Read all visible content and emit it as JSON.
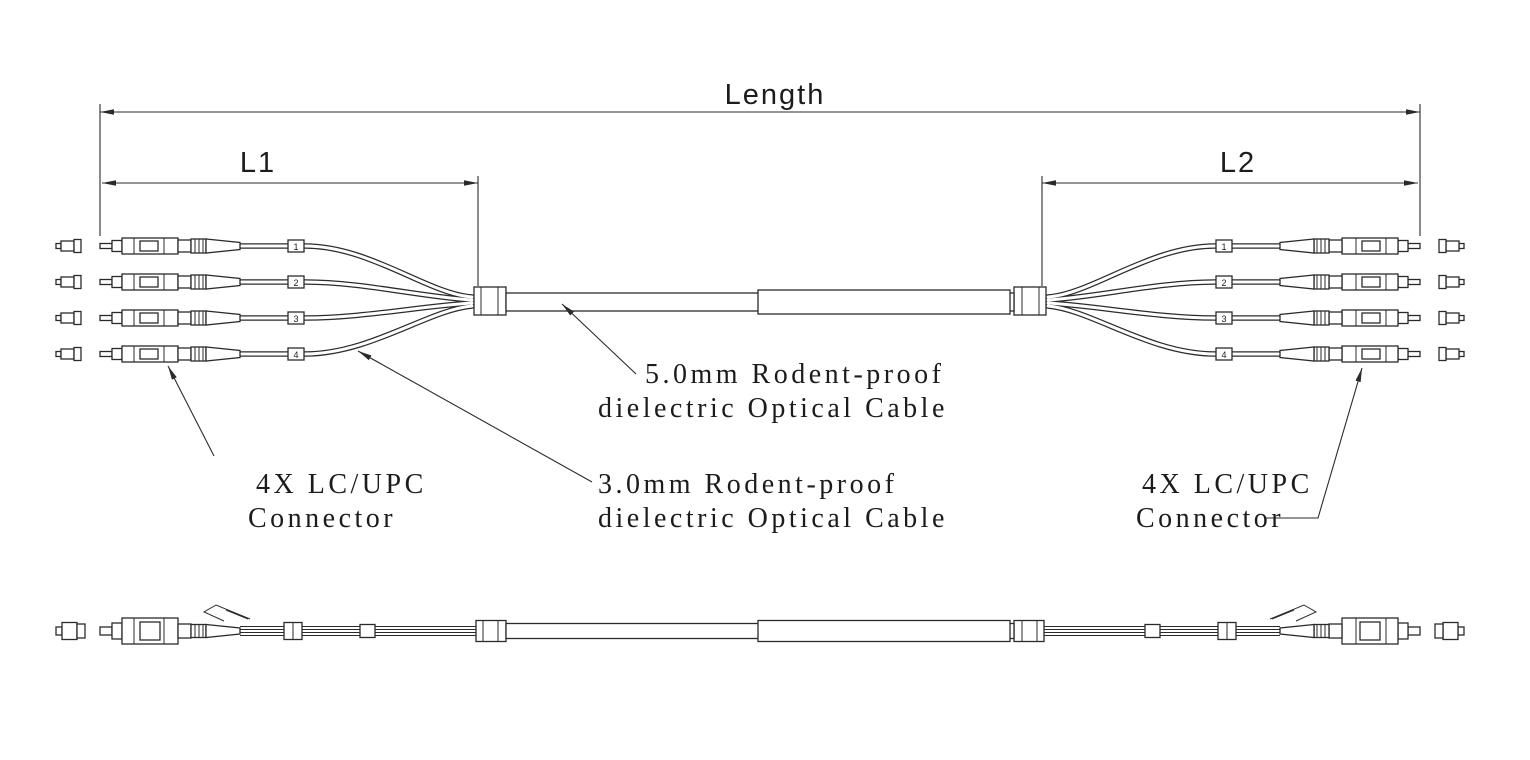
{
  "colors": {
    "background": "#ffffff",
    "line": "#2b2b2b",
    "text": "#1c1c1c"
  },
  "dimensions": {
    "length": "Length",
    "l1": "L1",
    "l2": "L2"
  },
  "callouts": {
    "cable_5mm": {
      "line1": "5.0mm Rodent-proof",
      "line2": "dielectric Optical Cable"
    },
    "cable_3mm": {
      "line1": "3.0mm Rodent-proof",
      "line2": "dielectric Optical Cable"
    },
    "connector_left": {
      "line1": "4X LC/UPC",
      "line2": "Connector"
    },
    "connector_right": {
      "line1": "4X LC/UPC",
      "line2": "Connector"
    }
  },
  "fanout_numbers": [
    "1",
    "2",
    "3",
    "4"
  ]
}
